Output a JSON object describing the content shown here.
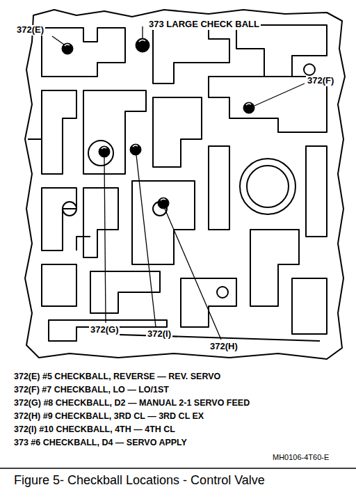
{
  "diagram": {
    "caption": "Figure 5- Checkball Locations - Control Valve",
    "labels": [
      "372(E)",
      "373 LARGE CHECK BALL",
      "372(F)",
      "372(G)",
      "372(I)",
      "372(H)",
      "372(E) #5 CHECKBALL, REVERSE — REV. SERVO",
      "372(F) #7 CHECKBALL, LO — LO/1ST",
      "372(G) #8 CHECKBALL, D2 — MANUAL 2-1 SERVO FEED",
      "372(H) #9 CHECKBALL, 3RD CL — 3RD CL EX",
      "372(I) #10 CHECKBALL, 4TH — 4TH CL",
      "373 #6 CHECKBALL, D4 — SERVO APPLY",
      "MH0106-4T60-E"
    ]
  }
}
